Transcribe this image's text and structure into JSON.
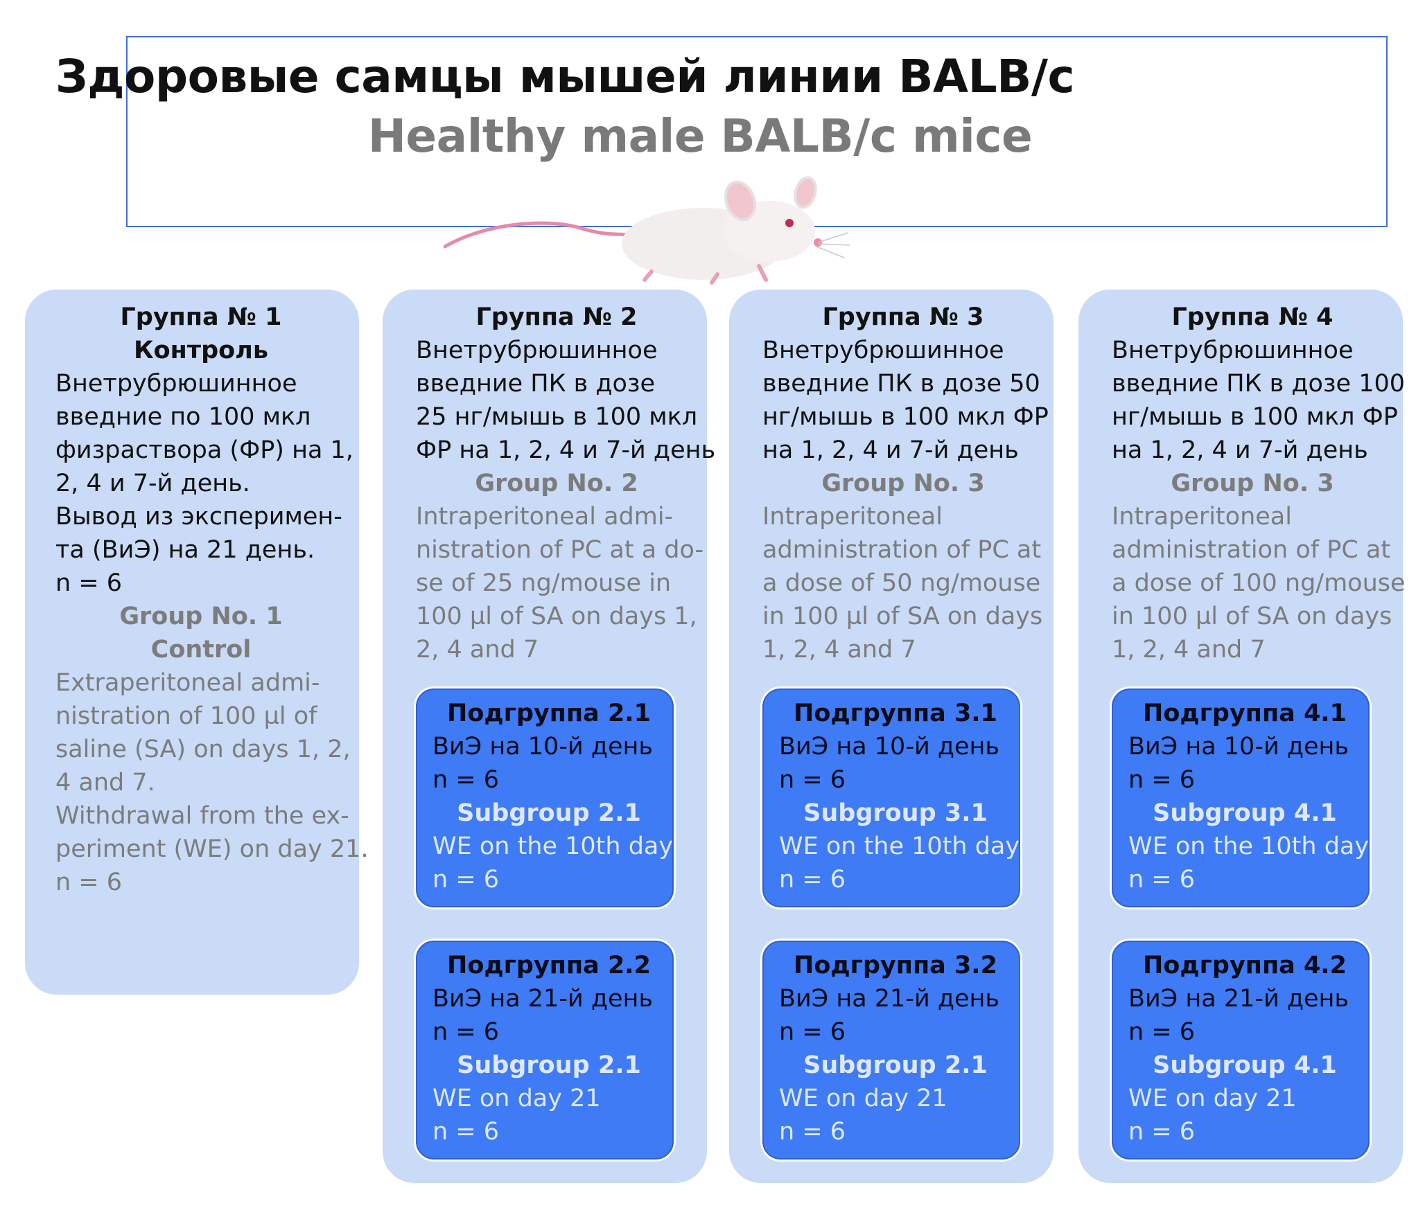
{
  "header": {
    "title_ru": "Здоровые самцы мышей линии BALB/c",
    "title_en": "Healthy male BALB/c mice"
  },
  "groups": [
    {
      "ru_title": "Группа № 1",
      "ru_subtitle": "Контроль",
      "ru_lines": [
        "Внетрубрюшинное",
        "введние по 100 мкл",
        "физраствора (ФР) на 1,",
        "2, 4 и 7-й день.",
        "Вывод из эксперимен-",
        "та (ВиЭ) на 21 день."
      ],
      "ru_n": "n = 6",
      "en_title": "Group No. 1",
      "en_subtitle": "Control",
      "en_lines": [
        "Extraperitoneal admi-",
        "nistration of 100 µl of",
        "saline (SA) on days 1, 2,",
        "4 and 7.",
        "Withdrawal from the ex-",
        "periment (WE) on day 21."
      ],
      "en_n": "n = 6"
    },
    {
      "ru_title": "Группа № 2",
      "ru_lines": [
        "Внетрубрюшинное",
        "введние ПК в дозе",
        "25 нг/мышь в 100 мкл",
        "ФР на 1, 2, 4 и 7-й день"
      ],
      "en_title": "Group No. 2",
      "en_lines": [
        "Intraperitoneal admi-",
        "nistration of PC at a do-",
        "se of 25 ng/mouse in",
        "100 µl of SA on days 1,",
        "2, 4 and 7"
      ],
      "subgroups": [
        {
          "ru_title": "Подгруппа 2.1",
          "ru_text": "ВиЭ на 10-й день",
          "ru_n": "n = 6",
          "en_title": "Subgroup 2.1",
          "en_text": "WE on the 10th day",
          "en_n": "n = 6"
        },
        {
          "ru_title": "Подгруппа 2.2",
          "ru_text": "ВиЭ на 21-й день",
          "ru_n": "n = 6",
          "en_title": "Subgroup 2.1",
          "en_text": "WE on day 21",
          "en_n": "n = 6"
        }
      ]
    },
    {
      "ru_title": "Группа № 3",
      "ru_lines": [
        "Внетрубрюшинное",
        "введние ПК в дозе 50",
        "нг/мышь в 100 мкл ФР",
        "на 1, 2, 4 и 7-й день"
      ],
      "en_title": "Group No. 3",
      "en_lines": [
        "Intraperitoneal",
        "administration of PC at",
        "a dose of 50 ng/mouse",
        "in 100 µl of SA on days",
        "1, 2, 4 and 7"
      ],
      "subgroups": [
        {
          "ru_title": "Подгруппа 3.1",
          "ru_text": "ВиЭ на 10-й день",
          "ru_n": "n = 6",
          "en_title": "Subgroup 3.1",
          "en_text": "WE on the 10th day",
          "en_n": "n = 6"
        },
        {
          "ru_title": "Подгруппа 3.2",
          "ru_text": "ВиЭ на 21-й день",
          "ru_n": "n = 6",
          "en_title": "Subgroup 2.1",
          "en_text": "WE on day 21",
          "en_n": "n = 6"
        }
      ]
    },
    {
      "ru_title": "Группа № 4",
      "ru_lines": [
        "Внетрубрюшинное",
        "введние ПК в дозе 100",
        "нг/мышь в 100 мкл ФР",
        "на 1, 2, 4 и 7-й день"
      ],
      "en_title": "Group No. 3",
      "en_lines": [
        "Intraperitoneal",
        "administration of PC at",
        "a dose of 100 ng/mouse",
        "in 100 µl of SA on days",
        "1, 2, 4 and 7"
      ],
      "subgroups": [
        {
          "ru_title": "Подгруппа 4.1",
          "ru_text": "ВиЭ на 10-й день",
          "ru_n": "n = 6",
          "en_title": "Subgroup 4.1",
          "en_text": "WE on the 10th day",
          "en_n": "n = 6"
        },
        {
          "ru_title": "Подгруппа 4.2",
          "ru_text": "ВиЭ на 21-й день",
          "ru_n": "n = 6",
          "en_title": "Subgroup 4.1",
          "en_text": "WE on day 21",
          "en_n": "n = 6"
        }
      ]
    }
  ]
}
